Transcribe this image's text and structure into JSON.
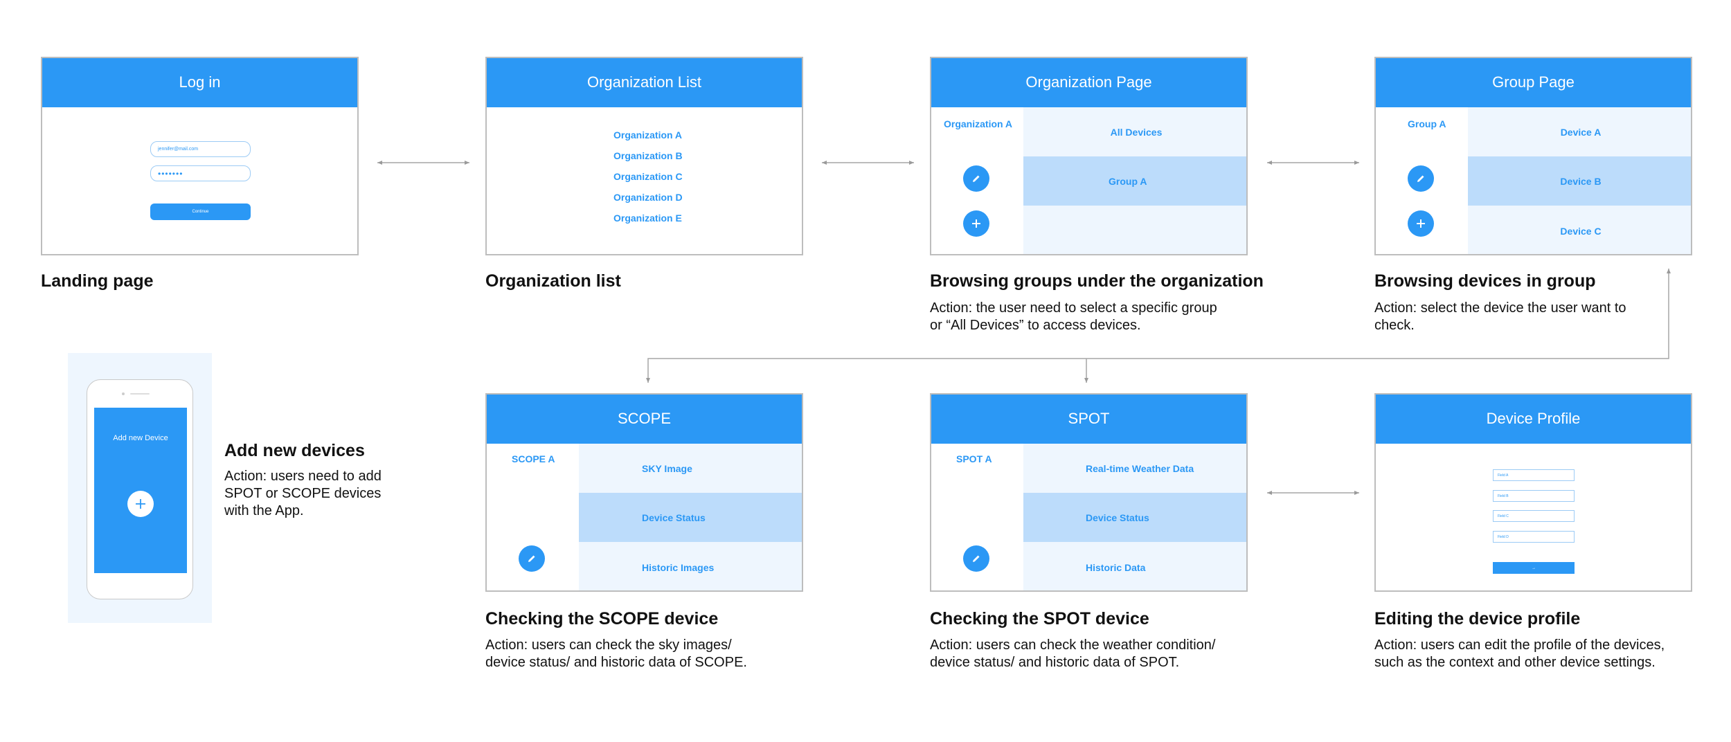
{
  "login": {
    "header": "Log in",
    "email": "jennifer@mail.com",
    "password": "•••••••",
    "button": "Continue",
    "caption": "Landing page"
  },
  "orglist": {
    "header": "Organization List",
    "items": [
      "Organization A",
      "Organization B",
      "Organization C",
      "Organization D",
      "Organization E"
    ],
    "caption": "Organization list"
  },
  "orgpage": {
    "header": "Organization Page",
    "side_label": "Organization A",
    "rows": [
      "All Devices",
      "Group A"
    ],
    "caption": "Browsing groups under the organization",
    "desc": "Action: the user need to select a specific group\nor “All Devices” to access devices."
  },
  "grouppage": {
    "header": "Group Page",
    "side_label": "Group A",
    "rows": [
      "Device A",
      "Device B",
      "Device C"
    ],
    "caption": "Browsing devices in group",
    "desc": "Action: select the device the user want to\ncheck."
  },
  "phone": {
    "screen_title": "Add new Device",
    "caption": "Add new devices",
    "desc": "Action: users need to add\nSPOT or SCOPE devices\nwith the App."
  },
  "scope": {
    "header": "SCOPE",
    "side_label": "SCOPE A",
    "rows": [
      "SKY Image",
      "Device Status",
      "Historic Images"
    ],
    "caption": "Checking the SCOPE device",
    "desc": "Action: users can check the sky images/\ndevice status/ and historic data of SCOPE."
  },
  "spot": {
    "header": "SPOT",
    "side_label": "SPOT A",
    "rows": [
      "Real-time Weather Data",
      "Device Status",
      "Historic Data"
    ],
    "caption": "Checking the SPOT device",
    "desc": "Action: users can check the weather condition/\ndevice status/ and historic data of SPOT."
  },
  "profile": {
    "header": "Device Profile",
    "fields": [
      "Field A",
      "Field B",
      "Field C",
      "Field D"
    ],
    "button": "→",
    "caption": "Editing the device profile",
    "desc": "Action: users can edit the profile of the devices,\nsuch as the context and other device settings."
  },
  "colors": {
    "accent": "#2b98f5",
    "light_row": "#eef6fe",
    "selected_row": "#bcdcfb",
    "border": "#bdbdbd"
  },
  "icons": {
    "edit": "pencil-icon",
    "add": "plus-icon"
  }
}
